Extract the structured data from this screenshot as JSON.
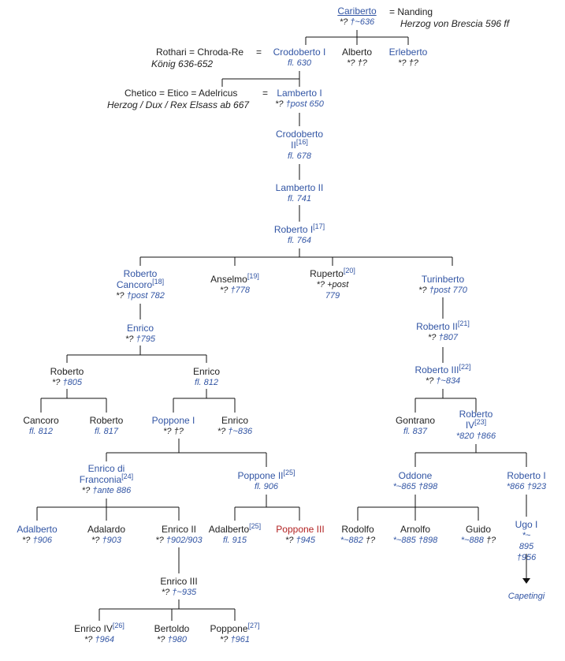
{
  "nodes": {
    "cariberto": {
      "name": "Cariberto",
      "date_a": "*?",
      "date_b": "†~636"
    },
    "nanding": {
      "eq": "=",
      "name": "Nanding",
      "title": "Herzog von Brescia 596 ff"
    },
    "rothari": {
      "name": "Rothari = Chroda-Re",
      "eq": "=",
      "title": "König 636-652"
    },
    "crodoberto1": {
      "name": "Crodoberto I",
      "date": "fl. 630"
    },
    "alberto": {
      "name": "Alberto",
      "date_a": "*?",
      "date_b": "†?"
    },
    "erleberto": {
      "name": "Erleberto",
      "date_a": "*?",
      "date_b": "†?"
    },
    "chetico": {
      "name": "Chetico = Etico = Adelricus",
      "eq": "=",
      "title": "Herzog / Dux / Rex Elsass ab 667"
    },
    "lamberto1": {
      "name": "Lamberto I",
      "date_a": "*?",
      "date_b": "†post 650"
    },
    "crodoberto2": {
      "name_a": "Crodoberto",
      "name_b": "II",
      "ref": "[16]",
      "date": "fl. 678"
    },
    "lamberto2": {
      "name": "Lamberto II",
      "date": "fl. 741"
    },
    "roberto1": {
      "name": "Roberto I",
      "ref": "[17]",
      "date": "fl. 764"
    },
    "robertocancoro": {
      "name_a": "Roberto",
      "name_b": "Cancoro",
      "ref": "[18]",
      "date_a": "*?",
      "date_b": "†post 782"
    },
    "anselmo": {
      "name": "Anselmo",
      "ref": "[19]",
      "date_a": "*?",
      "date_b": "†778"
    },
    "ruperto": {
      "name": "Ruperto",
      "ref": "[20]",
      "date_a": "*? +post",
      "date_b": "779"
    },
    "turinberto": {
      "name": "Turinberto",
      "date_a": "*?",
      "date_b": "†post 770"
    },
    "enrico_a": {
      "name": "Enrico",
      "date_a": "*?",
      "date_b": "†795"
    },
    "roberto2": {
      "name": "Roberto II",
      "ref": "[21]",
      "date_a": "*?",
      "date_b": "†807"
    },
    "roberto_b": {
      "name": "Roberto",
      "date_a": "*?",
      "date_b": "†805"
    },
    "enrico_b": {
      "name": "Enrico",
      "date": "fl. 812"
    },
    "roberto3": {
      "name": "Roberto III",
      "ref": "[22]",
      "date_a": "*?",
      "date_b": "†~834"
    },
    "cancoro": {
      "name": "Cancoro",
      "date": "fl. 812"
    },
    "roberto_c": {
      "name": "Roberto",
      "date": "fl. 817"
    },
    "poppone1": {
      "name": "Poppone I",
      "date_a": "*?",
      "date_b": "†?"
    },
    "enrico_c": {
      "name": "Enrico",
      "date_a": "*?",
      "date_b": "†~836"
    },
    "gontrano": {
      "name": "Gontrano",
      "date": "fl. 837"
    },
    "roberto4": {
      "name_a": "Roberto",
      "name_b": "IV",
      "ref": "[23]",
      "date_a": "*820",
      "date_b": "†866"
    },
    "enricofranconia": {
      "name_a": "Enrico di",
      "name_b": "Franconia",
      "ref": "[24]",
      "date_a": "*?",
      "date_b": "†ante 886"
    },
    "poppone2": {
      "name": "Poppone II",
      "ref": "[25]",
      "date": "fl. 906"
    },
    "oddone": {
      "name": "Oddone",
      "date_a": "*~865",
      "date_b": "†898"
    },
    "robertoI_fr": {
      "name": "Roberto I",
      "date_a": "*866",
      "date_b": "†923"
    },
    "adalberto1": {
      "name": "Adalberto",
      "date_a": "*?",
      "date_b": "†906"
    },
    "adalardo": {
      "name": "Adalardo",
      "date_a": "*?",
      "date_b": "†903"
    },
    "enrico2": {
      "name": "Enrico II",
      "date_a": "*?",
      "date_b": "†902/903"
    },
    "adalberto2": {
      "name": "Adalberto",
      "ref": "[25]",
      "date": "fl. 915"
    },
    "poppone3": {
      "name": "Poppone III",
      "date_a": "*?",
      "date_b": "†945"
    },
    "rodolfo": {
      "name": "Rodolfo",
      "date_a": "*~882",
      "date_b": "†?"
    },
    "arnolfo": {
      "name": "Arnolfo",
      "date_a": "*~885",
      "date_b": "†898"
    },
    "guido": {
      "name": "Guido",
      "date_a": "*~888",
      "date_b": "†?"
    },
    "ugo1": {
      "name": "Ugo I",
      "date_a": "*~",
      "date_b": "895",
      "date_c": "†956"
    },
    "enrico3": {
      "name": "Enrico III",
      "date_a": "*?",
      "date_b": "†~935"
    },
    "capetingi": {
      "name": "Capetingi"
    },
    "enrico4": {
      "name": "Enrico IV",
      "ref": "[26]",
      "date_a": "*?",
      "date_b": "†964"
    },
    "bertoldo": {
      "name": "Bertoldo",
      "date_a": "*?",
      "date_b": "†980"
    },
    "poppone_d": {
      "name": "Poppone",
      "ref": "[27]",
      "date_a": "*?",
      "date_b": "†961"
    }
  }
}
